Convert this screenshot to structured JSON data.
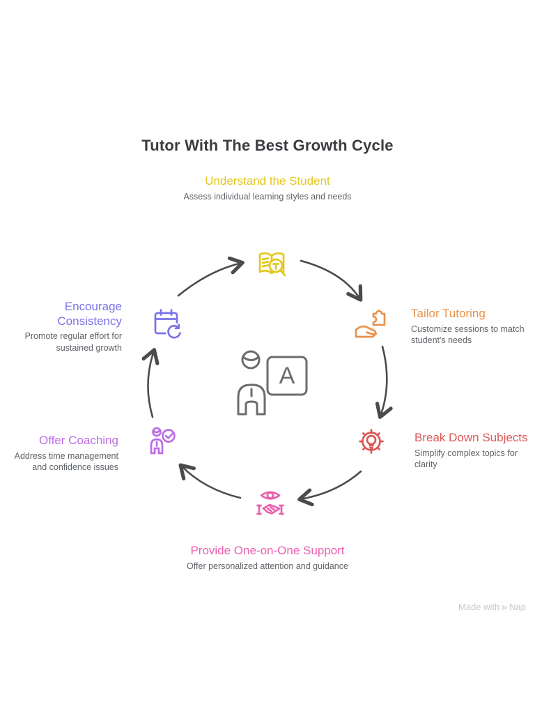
{
  "title": "Tutor With The Best Growth Cycle",
  "colors": {
    "title_text": "#3b3b40",
    "description_text": "#5f6368",
    "arrow": "#4b4b4b",
    "center_figure": "#6b6b6b",
    "watermark": "#c9c9c9"
  },
  "steps": [
    {
      "id": "understand-the-student",
      "title": "Understand the Student",
      "desc": "Assess individual learning styles and needs",
      "color": "#e2c71c",
      "icon": "book-search-icon",
      "position": "top"
    },
    {
      "id": "tailor-tutoring",
      "title": "Tailor Tutoring",
      "desc": "Customize sessions to match student's needs",
      "color": "#e8924d",
      "icon": "hand-puzzle-icon",
      "position": "right-upper"
    },
    {
      "id": "break-down-subjects",
      "title": "Break Down Subjects",
      "desc": "Simplify complex topics for clarity",
      "color": "#dd5656",
      "icon": "gear-lightbulb-icon",
      "position": "right-lower"
    },
    {
      "id": "provide-one-on-one-support",
      "title": "Provide One-on-One Support",
      "desc": "Offer personalized attention and guidance",
      "color": "#ec5fae",
      "icon": "eye-handshake-icon",
      "position": "bottom"
    },
    {
      "id": "offer-coaching",
      "title": "Offer Coaching",
      "desc": "Address time management and confidence issues",
      "color": "#bc6ee6",
      "icon": "person-check-icon",
      "position": "left-lower"
    },
    {
      "id": "encourage-consistency",
      "title": "Encourage Consistency",
      "desc": "Promote regular effort for sustained growth",
      "color": "#7b72e8",
      "icon": "calendar-refresh-icon",
      "position": "left-upper"
    }
  ],
  "center_icon": {
    "name": "teacher-board-icon",
    "board_letter": "A"
  },
  "watermark": {
    "made_with": "Made with",
    "brand": "Nap",
    "logo_icon": "napkin-logo-icon"
  }
}
